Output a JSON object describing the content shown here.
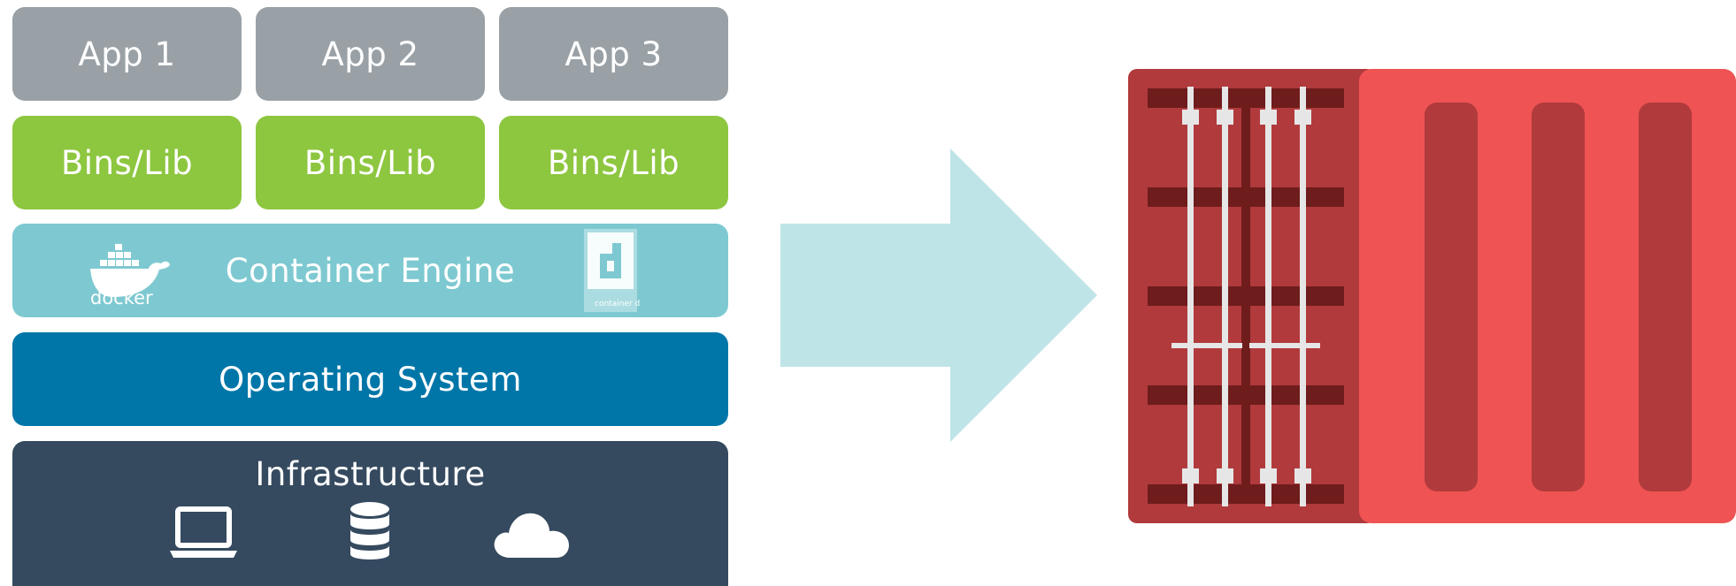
{
  "apps": [
    {
      "label": "App 1"
    },
    {
      "label": "App 2"
    },
    {
      "label": "App 3"
    }
  ],
  "bins": [
    {
      "label": "Bins/Lib"
    },
    {
      "label": "Bins/Lib"
    },
    {
      "label": "Bins/Lib"
    }
  ],
  "engine": {
    "label": "Container Engine",
    "docker_logo_text": "docker",
    "containerd_logo_text": "container d"
  },
  "os": {
    "label": "Operating System"
  },
  "infrastructure": {
    "label": "Infrastructure",
    "icons": [
      "laptop-icon",
      "database-icon",
      "cloud-icon"
    ]
  },
  "colors": {
    "app": "#9aa1a6",
    "bins": "#8dc63f",
    "engine": "#7ec9d1",
    "os": "#0076a8",
    "infrastructure": "#354a5f",
    "arrow": "#bfe4e8",
    "container_dark": "#b13a3c",
    "container_light": "#ef5353"
  }
}
